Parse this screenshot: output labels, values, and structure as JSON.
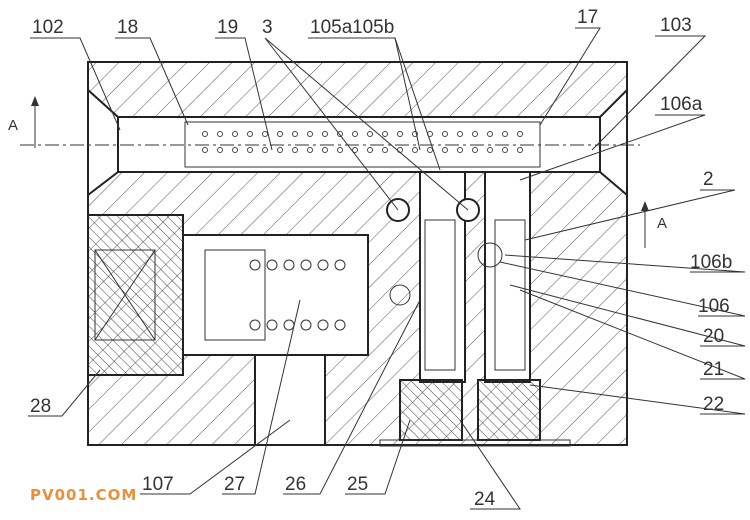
{
  "title": "Valve block cross-section drawing",
  "labels": {
    "l102": "102",
    "l18": "18",
    "l19": "19",
    "l3": "3",
    "l105a": "105a",
    "l105b": "105b",
    "l17": "17",
    "l103": "103",
    "l106a": "106a",
    "l2": "2",
    "l106b": "106b",
    "l106": "106",
    "l20": "20",
    "l21": "21",
    "l22": "22",
    "l28": "28",
    "l107": "107",
    "l27": "27",
    "l26": "26",
    "l25": "25",
    "l24": "24",
    "sectionA_left": "A",
    "sectionA_right": "A"
  },
  "watermark": "PV001.COM"
}
